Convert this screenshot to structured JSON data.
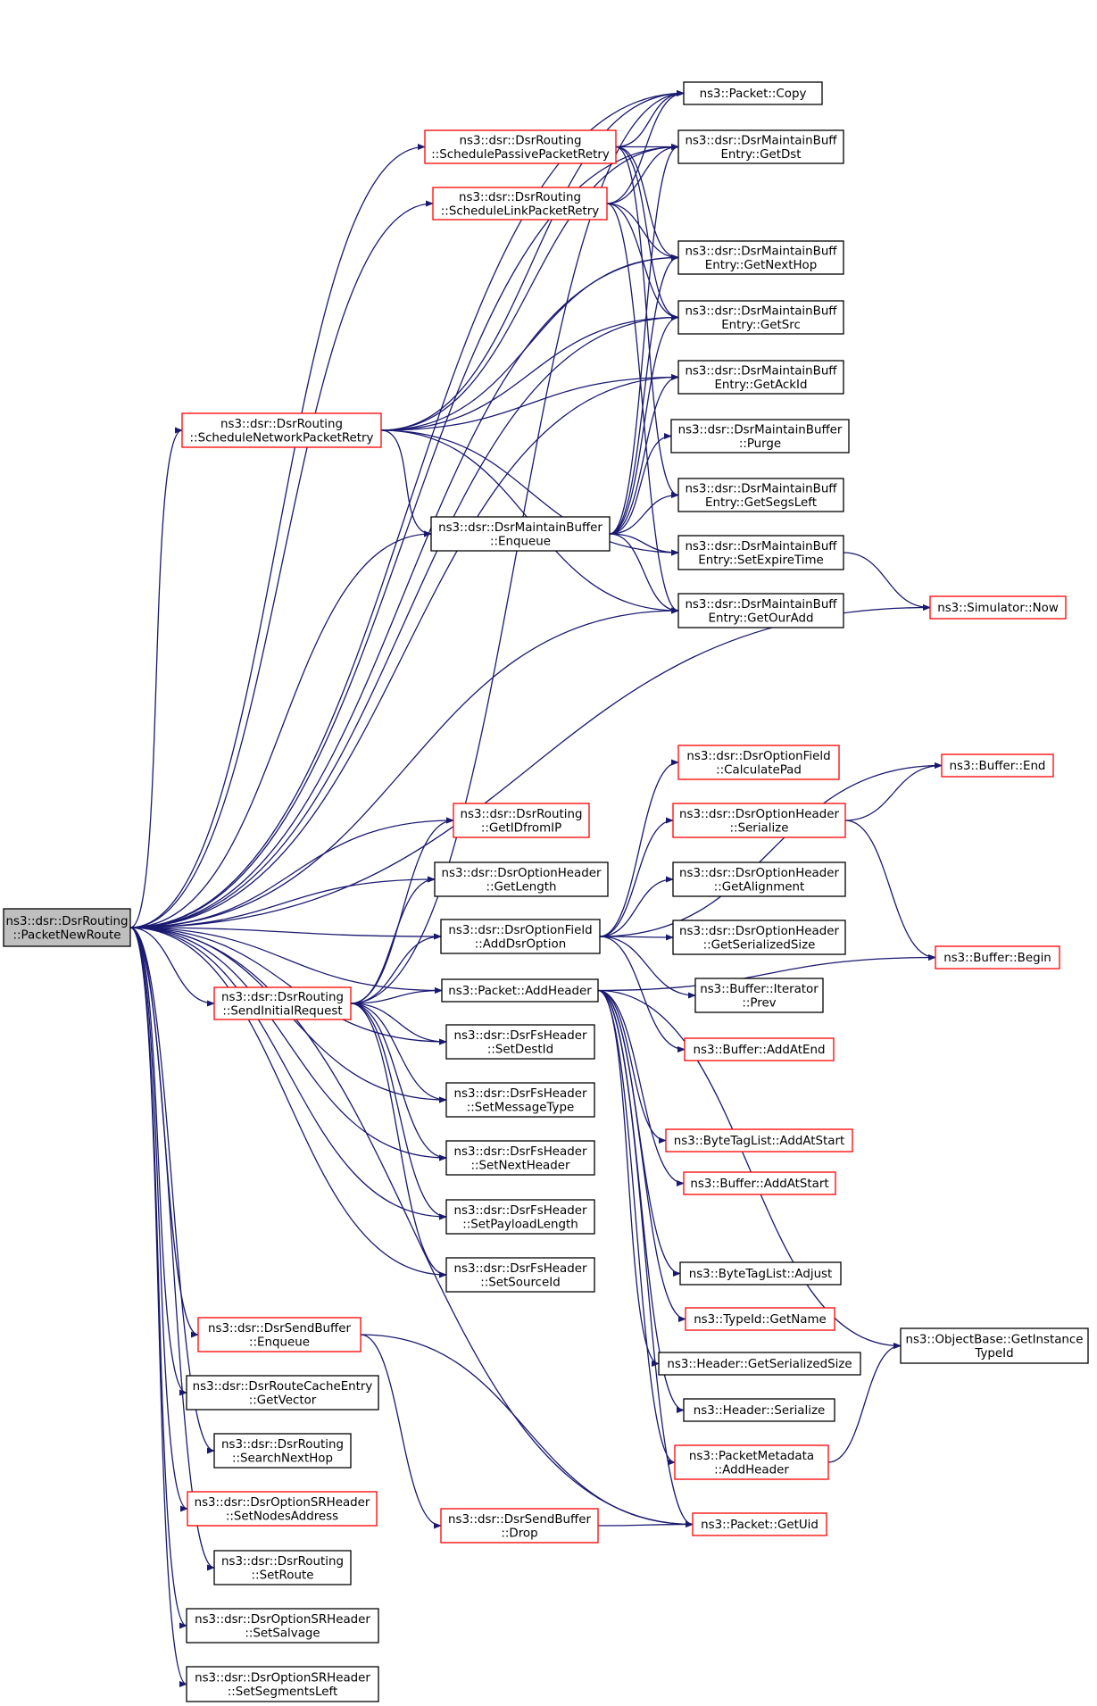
{
  "colors": {
    "edge": "#191970",
    "border_default": "#000000",
    "border_truncated": "#ff0000",
    "fill_default": "#ffffff",
    "fill_root": "#bfbfbf"
  },
  "root_id": "packetNewRoute",
  "nodes": [
    {
      "id": "packetNewRoute",
      "lines": [
        "ns3::dsr::DsrRouting",
        "::PacketNewRoute"
      ],
      "style": "root"
    },
    {
      "id": "packetCopy",
      "lines": [
        "ns3::Packet::Copy"
      ],
      "style": "normal"
    },
    {
      "id": "schedPassive",
      "lines": [
        "ns3::dsr::DsrRouting",
        "::SchedulePassivePacketRetry"
      ],
      "style": "truncated"
    },
    {
      "id": "getDst",
      "lines": [
        "ns3::dsr::DsrMaintainBuff",
        "Entry::GetDst"
      ],
      "style": "normal"
    },
    {
      "id": "schedLink",
      "lines": [
        "ns3::dsr::DsrRouting",
        "::ScheduleLinkPacketRetry"
      ],
      "style": "truncated"
    },
    {
      "id": "getNextHop",
      "lines": [
        "ns3::dsr::DsrMaintainBuff",
        "Entry::GetNextHop"
      ],
      "style": "normal"
    },
    {
      "id": "getSrc",
      "lines": [
        "ns3::dsr::DsrMaintainBuff",
        "Entry::GetSrc"
      ],
      "style": "normal"
    },
    {
      "id": "getAckId",
      "lines": [
        "ns3::dsr::DsrMaintainBuff",
        "Entry::GetAckId"
      ],
      "style": "normal"
    },
    {
      "id": "schedNetwork",
      "lines": [
        "ns3::dsr::DsrRouting",
        "::ScheduleNetworkPacketRetry"
      ],
      "style": "truncated"
    },
    {
      "id": "purge",
      "lines": [
        "ns3::dsr::DsrMaintainBuffer",
        "::Purge"
      ],
      "style": "normal"
    },
    {
      "id": "getSegsLeft",
      "lines": [
        "ns3::dsr::DsrMaintainBuff",
        "Entry::GetSegsLeft"
      ],
      "style": "normal"
    },
    {
      "id": "mbEnqueue",
      "lines": [
        "ns3::dsr::DsrMaintainBuffer",
        "::Enqueue"
      ],
      "style": "normal"
    },
    {
      "id": "setExpire",
      "lines": [
        "ns3::dsr::DsrMaintainBuff",
        "Entry::SetExpireTime"
      ],
      "style": "normal"
    },
    {
      "id": "getOurAdd",
      "lines": [
        "ns3::dsr::DsrMaintainBuff",
        "Entry::GetOurAdd"
      ],
      "style": "normal"
    },
    {
      "id": "simNow",
      "lines": [
        "ns3::Simulator::Now"
      ],
      "style": "truncated"
    },
    {
      "id": "calcPad",
      "lines": [
        "ns3::dsr::DsrOptionField",
        "::CalculatePad"
      ],
      "style": "truncated"
    },
    {
      "id": "bufEnd",
      "lines": [
        "ns3::Buffer::End"
      ],
      "style": "truncated"
    },
    {
      "id": "getIDfromIP",
      "lines": [
        "ns3::dsr::DsrRouting",
        "::GetIDfromIP"
      ],
      "style": "truncated"
    },
    {
      "id": "optSerialize",
      "lines": [
        "ns3::dsr::DsrOptionHeader",
        "::Serialize"
      ],
      "style": "truncated"
    },
    {
      "id": "optGetLength",
      "lines": [
        "ns3::dsr::DsrOptionHeader",
        "::GetLength"
      ],
      "style": "normal"
    },
    {
      "id": "optGetAlign",
      "lines": [
        "ns3::dsr::DsrOptionHeader",
        "::GetAlignment"
      ],
      "style": "normal"
    },
    {
      "id": "addDsrOption",
      "lines": [
        "ns3::dsr::DsrOptionField",
        "::AddDsrOption"
      ],
      "style": "normal"
    },
    {
      "id": "optGetSerSize",
      "lines": [
        "ns3::dsr::DsrOptionHeader",
        "::GetSerializedSize"
      ],
      "style": "normal"
    },
    {
      "id": "bufBegin",
      "lines": [
        "ns3::Buffer::Begin"
      ],
      "style": "truncated"
    },
    {
      "id": "sendInitial",
      "lines": [
        "ns3::dsr::DsrRouting",
        "::SendInitialRequest"
      ],
      "style": "truncated"
    },
    {
      "id": "pktAddHeader",
      "lines": [
        "ns3::Packet::AddHeader"
      ],
      "style": "normal"
    },
    {
      "id": "iterPrev",
      "lines": [
        "ns3::Buffer::Iterator",
        "::Prev"
      ],
      "style": "normal"
    },
    {
      "id": "setDestId",
      "lines": [
        "ns3::dsr::DsrFsHeader",
        "::SetDestId"
      ],
      "style": "normal"
    },
    {
      "id": "bufAddAtEnd",
      "lines": [
        "ns3::Buffer::AddAtEnd"
      ],
      "style": "truncated"
    },
    {
      "id": "setMsgType",
      "lines": [
        "ns3::dsr::DsrFsHeader",
        "::SetMessageType"
      ],
      "style": "normal"
    },
    {
      "id": "btlAddAtStart",
      "lines": [
        "ns3::ByteTagList::AddAtStart"
      ],
      "style": "truncated"
    },
    {
      "id": "setNextHeader",
      "lines": [
        "ns3::dsr::DsrFsHeader",
        "::SetNextHeader"
      ],
      "style": "normal"
    },
    {
      "id": "bufAddAtStart",
      "lines": [
        "ns3::Buffer::AddAtStart"
      ],
      "style": "truncated"
    },
    {
      "id": "setPayloadLen",
      "lines": [
        "ns3::dsr::DsrFsHeader",
        "::SetPayloadLength"
      ],
      "style": "normal"
    },
    {
      "id": "setSourceId",
      "lines": [
        "ns3::dsr::DsrFsHeader",
        "::SetSourceId"
      ],
      "style": "normal"
    },
    {
      "id": "btlAdjust",
      "lines": [
        "ns3::ByteTagList::Adjust"
      ],
      "style": "normal"
    },
    {
      "id": "sbEnqueue",
      "lines": [
        "ns3::dsr::DsrSendBuffer",
        "::Enqueue"
      ],
      "style": "truncated"
    },
    {
      "id": "typeIdGetName",
      "lines": [
        "ns3::TypeId::GetName"
      ],
      "style": "truncated"
    },
    {
      "id": "getInstanceTypeId",
      "lines": [
        "ns3::ObjectBase::GetInstance",
        "TypeId"
      ],
      "style": "normal"
    },
    {
      "id": "getVector",
      "lines": [
        "ns3::dsr::DsrRouteCacheEntry",
        "::GetVector"
      ],
      "style": "normal"
    },
    {
      "id": "hdrGetSerSize",
      "lines": [
        "ns3::Header::GetSerializedSize"
      ],
      "style": "normal"
    },
    {
      "id": "searchNextHop",
      "lines": [
        "ns3::dsr::DsrRouting",
        "::SearchNextHop"
      ],
      "style": "normal"
    },
    {
      "id": "hdrSerialize",
      "lines": [
        "ns3::Header::Serialize"
      ],
      "style": "normal"
    },
    {
      "id": "pmAddHeader",
      "lines": [
        "ns3::PacketMetadata",
        "::AddHeader"
      ],
      "style": "truncated"
    },
    {
      "id": "sbDrop",
      "lines": [
        "ns3::dsr::DsrSendBuffer",
        "::Drop"
      ],
      "style": "truncated"
    },
    {
      "id": "setNodesAddr",
      "lines": [
        "ns3::dsr::DsrOptionSRHeader",
        "::SetNodesAddress"
      ],
      "style": "truncated"
    },
    {
      "id": "pktGetUid",
      "lines": [
        "ns3::Packet::GetUid"
      ],
      "style": "truncated"
    },
    {
      "id": "setRoute",
      "lines": [
        "ns3::dsr::DsrRouting",
        "::SetRoute"
      ],
      "style": "normal"
    },
    {
      "id": "setSalvage",
      "lines": [
        "ns3::dsr::DsrOptionSRHeader",
        "::SetSalvage"
      ],
      "style": "normal"
    },
    {
      "id": "setSegLeft",
      "lines": [
        "ns3::dsr::DsrOptionSRHeader",
        "::SetSegmentsLeft"
      ],
      "style": "normal"
    }
  ],
  "edges": [
    [
      "packetNewRoute",
      "packetCopy"
    ],
    [
      "packetNewRoute",
      "schedPassive"
    ],
    [
      "packetNewRoute",
      "getDst"
    ],
    [
      "packetNewRoute",
      "schedLink"
    ],
    [
      "packetNewRoute",
      "getNextHop"
    ],
    [
      "packetNewRoute",
      "getSrc"
    ],
    [
      "packetNewRoute",
      "schedNetwork"
    ],
    [
      "packetNewRoute",
      "getAckId"
    ],
    [
      "packetNewRoute",
      "mbEnqueue"
    ],
    [
      "packetNewRoute",
      "getOurAdd"
    ],
    [
      "packetNewRoute",
      "simNow"
    ],
    [
      "packetNewRoute",
      "getIDfromIP"
    ],
    [
      "packetNewRoute",
      "optGetLength"
    ],
    [
      "packetNewRoute",
      "addDsrOption"
    ],
    [
      "packetNewRoute",
      "pktAddHeader"
    ],
    [
      "packetNewRoute",
      "sendInitial"
    ],
    [
      "packetNewRoute",
      "setDestId"
    ],
    [
      "packetNewRoute",
      "setMsgType"
    ],
    [
      "packetNewRoute",
      "setNextHeader"
    ],
    [
      "packetNewRoute",
      "setPayloadLen"
    ],
    [
      "packetNewRoute",
      "setSourceId"
    ],
    [
      "packetNewRoute",
      "sbEnqueue"
    ],
    [
      "packetNewRoute",
      "getVector"
    ],
    [
      "packetNewRoute",
      "searchNextHop"
    ],
    [
      "packetNewRoute",
      "setNodesAddr"
    ],
    [
      "packetNewRoute",
      "setRoute"
    ],
    [
      "packetNewRoute",
      "setSalvage"
    ],
    [
      "packetNewRoute",
      "setSegLeft"
    ],
    [
      "packetNewRoute",
      "pktGetUid"
    ],
    [
      "schedPassive",
      "packetCopy"
    ],
    [
      "schedPassive",
      "getDst"
    ],
    [
      "schedPassive",
      "getNextHop"
    ],
    [
      "schedPassive",
      "getSrc"
    ],
    [
      "schedPassive",
      "getSegsLeft"
    ],
    [
      "schedLink",
      "packetCopy"
    ],
    [
      "schedLink",
      "getDst"
    ],
    [
      "schedLink",
      "getNextHop"
    ],
    [
      "schedLink",
      "getSrc"
    ],
    [
      "schedLink",
      "getOurAdd"
    ],
    [
      "schedNetwork",
      "packetCopy"
    ],
    [
      "schedNetwork",
      "getDst"
    ],
    [
      "schedNetwork",
      "getNextHop"
    ],
    [
      "schedNetwork",
      "getSrc"
    ],
    [
      "schedNetwork",
      "getAckId"
    ],
    [
      "schedNetwork",
      "mbEnqueue"
    ],
    [
      "schedNetwork",
      "setExpire"
    ],
    [
      "schedNetwork",
      "getOurAdd"
    ],
    [
      "mbEnqueue",
      "getDst"
    ],
    [
      "mbEnqueue",
      "getNextHop"
    ],
    [
      "mbEnqueue",
      "getSrc"
    ],
    [
      "mbEnqueue",
      "getAckId"
    ],
    [
      "mbEnqueue",
      "purge"
    ],
    [
      "mbEnqueue",
      "getSegsLeft"
    ],
    [
      "mbEnqueue",
      "setExpire"
    ],
    [
      "mbEnqueue",
      "getOurAdd"
    ],
    [
      "setExpire",
      "simNow"
    ],
    [
      "addDsrOption",
      "bufEnd"
    ],
    [
      "addDsrOption",
      "calcPad"
    ],
    [
      "addDsrOption",
      "optSerialize"
    ],
    [
      "addDsrOption",
      "optGetAlign"
    ],
    [
      "addDsrOption",
      "optGetSerSize"
    ],
    [
      "addDsrOption",
      "iterPrev"
    ],
    [
      "addDsrOption",
      "bufAddAtEnd"
    ],
    [
      "optSerialize",
      "bufEnd"
    ],
    [
      "optSerialize",
      "bufBegin"
    ],
    [
      "sendInitial",
      "packetCopy"
    ],
    [
      "sendInitial",
      "getIDfromIP"
    ],
    [
      "sendInitial",
      "optGetLength"
    ],
    [
      "sendInitial",
      "addDsrOption"
    ],
    [
      "sendInitial",
      "pktAddHeader"
    ],
    [
      "sendInitial",
      "setDestId"
    ],
    [
      "sendInitial",
      "setMsgType"
    ],
    [
      "sendInitial",
      "setNextHeader"
    ],
    [
      "sendInitial",
      "setPayloadLen"
    ],
    [
      "sendInitial",
      "setSourceId"
    ],
    [
      "pktAddHeader",
      "bufBegin"
    ],
    [
      "pktAddHeader",
      "btlAddAtStart"
    ],
    [
      "pktAddHeader",
      "bufAddAtStart"
    ],
    [
      "pktAddHeader",
      "getInstanceTypeId"
    ],
    [
      "pktAddHeader",
      "btlAdjust"
    ],
    [
      "pktAddHeader",
      "typeIdGetName"
    ],
    [
      "pktAddHeader",
      "hdrGetSerSize"
    ],
    [
      "pktAddHeader",
      "hdrSerialize"
    ],
    [
      "pktAddHeader",
      "pmAddHeader"
    ],
    [
      "pktAddHeader",
      "pktGetUid"
    ],
    [
      "pmAddHeader",
      "getInstanceTypeId"
    ],
    [
      "sbEnqueue",
      "sbDrop"
    ],
    [
      "sbEnqueue",
      "pktGetUid"
    ],
    [
      "sbDrop",
      "pktGetUid"
    ]
  ]
}
